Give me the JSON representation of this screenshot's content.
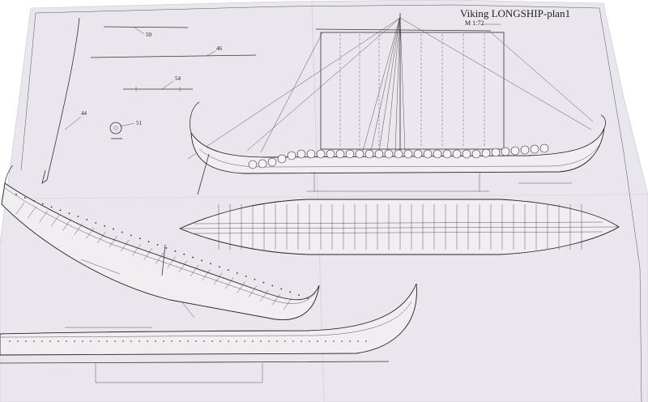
{
  "sheet": {
    "title": "Viking LONGSHIP-plan1",
    "scale": "M 1:72"
  },
  "parts": [
    {
      "id": "50",
      "label": "50"
    },
    {
      "id": "46",
      "label": "46"
    },
    {
      "id": "54",
      "label": "54"
    },
    {
      "id": "44",
      "label": "44"
    },
    {
      "id": "51",
      "label": "51"
    }
  ],
  "colors": {
    "paper": "#e9e6ee",
    "ink": "#2a2a2a"
  }
}
